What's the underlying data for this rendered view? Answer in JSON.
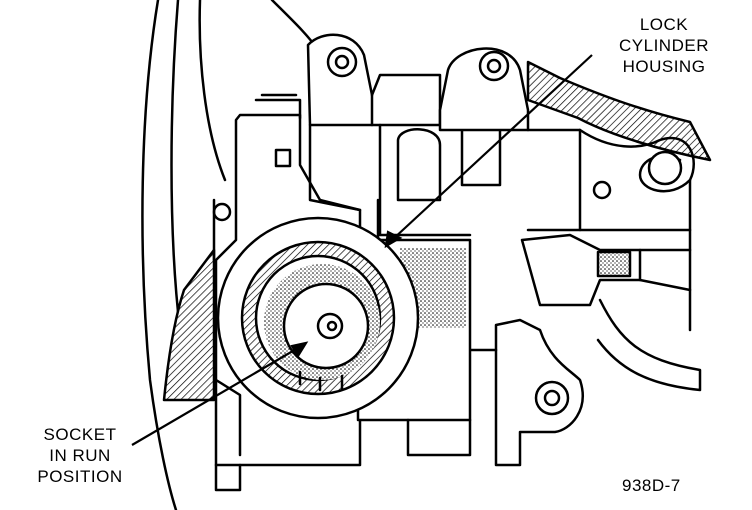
{
  "callouts": {
    "lock_cylinder_housing": {
      "lines": [
        "LOCK",
        "CYLINDER",
        "HOUSING"
      ]
    },
    "socket_in_run_position": {
      "lines": [
        "SOCKET",
        "IN RUN",
        "POSITION"
      ]
    }
  },
  "figure_code": "938D-7",
  "colors": {
    "ink": "#000000",
    "paper": "#ffffff"
  }
}
